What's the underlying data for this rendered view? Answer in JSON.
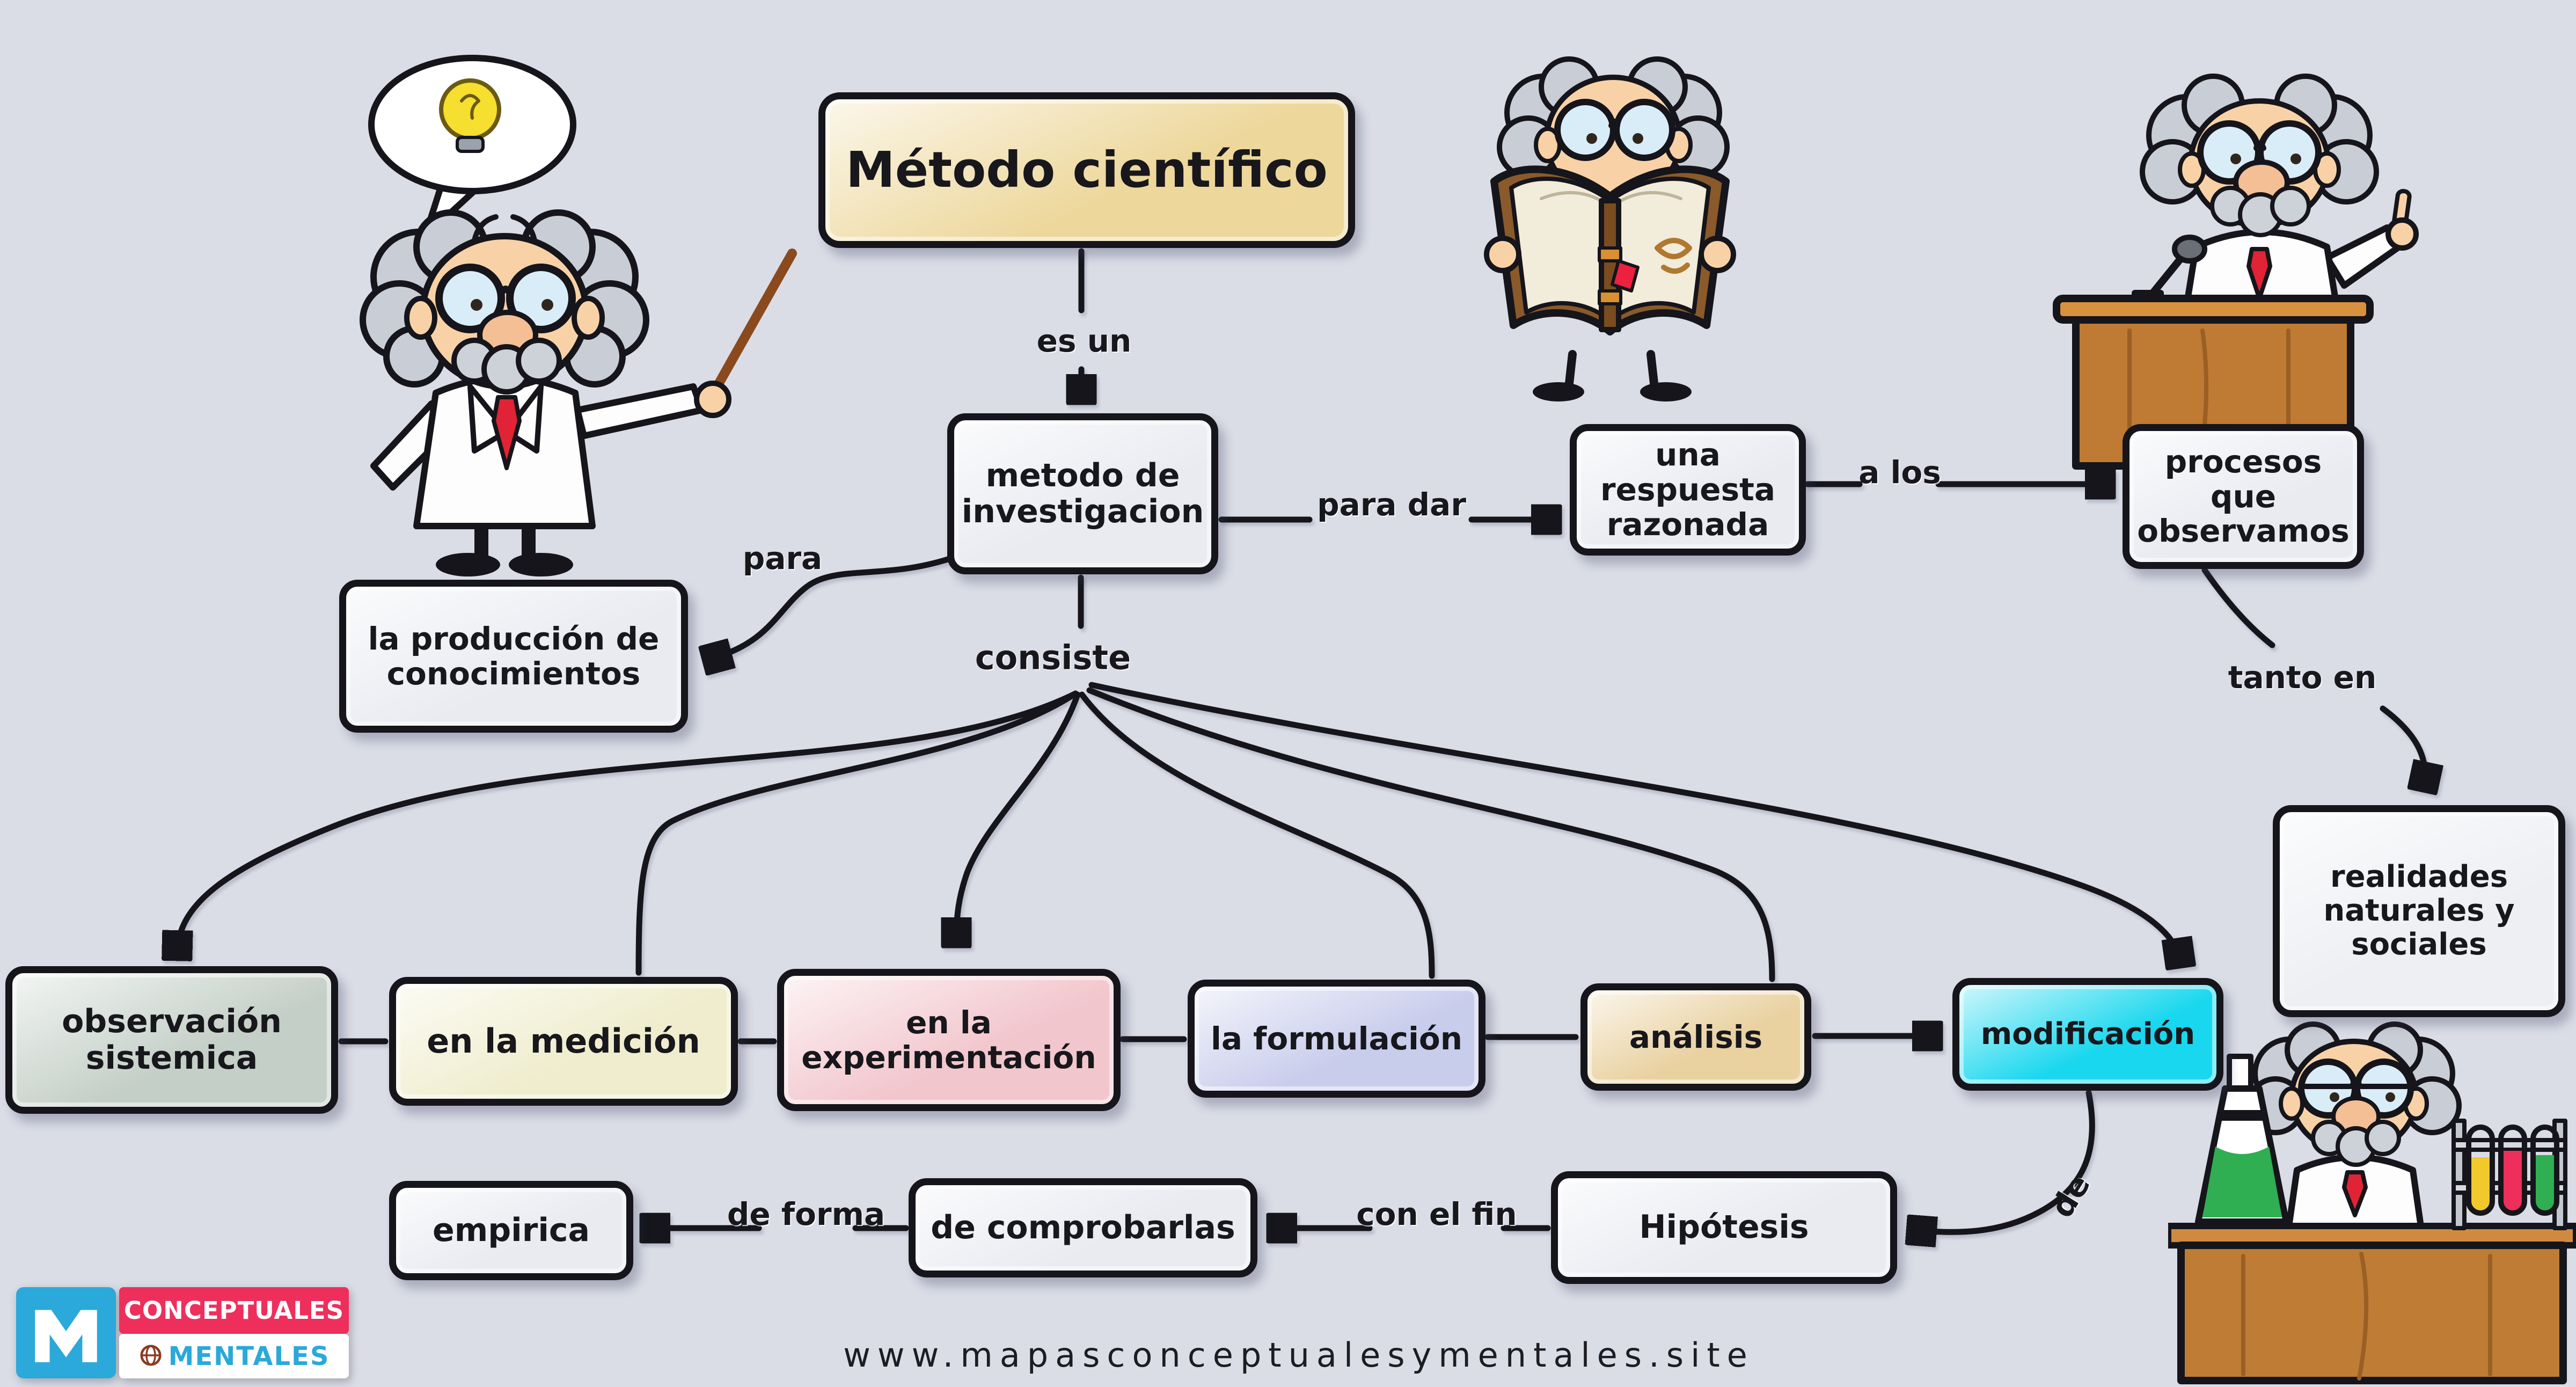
{
  "meta": {
    "background": "#dadde6",
    "ink": "#15151b"
  },
  "title": {
    "label": "Método científico",
    "fill": "#edd79b"
  },
  "labels": {
    "es_un": "es un",
    "para_dar": "para dar",
    "a_los": "a los",
    "para": "para",
    "consiste": "consiste",
    "tanto_en": "tanto en",
    "de": "de",
    "con_el_fin": "con el fin",
    "de_forma": "de forma"
  },
  "nodes": {
    "metodo": {
      "label": "metodo de investigacion",
      "fill": "#e9ebf1"
    },
    "respuesta": {
      "label": "una respuesta razonada",
      "fill": "#e9ebf1"
    },
    "procesos": {
      "label": "procesos que observamos",
      "fill": "#e9ebf1"
    },
    "produccion": {
      "label": "la producción de conocimientos",
      "fill": "#e9ebf1"
    },
    "realidades": {
      "label": "realidades naturales y sociales",
      "fill": "#edeff3"
    },
    "observacion": {
      "label": "observación sistemica",
      "fill": "#c4cfc7"
    },
    "medicion": {
      "label": "en la medición",
      "fill": "#efedcd"
    },
    "experimentacion": {
      "label": "en la experimentación",
      "fill": "#f2c6cd"
    },
    "formulacion": {
      "label": "la formulación",
      "fill": "#c9cdec"
    },
    "analisis": {
      "label": "análisis",
      "fill": "#e9d1a0"
    },
    "modificacion": {
      "label": "modificación",
      "fill": "#18d7ee"
    },
    "hipotesis": {
      "label": "Hipótesis",
      "fill": "#e9ebf1"
    },
    "comprobarlas": {
      "label": "de comprobarlas",
      "fill": "#e9ebf1"
    },
    "empirica": {
      "label": "empirica",
      "fill": "#e9ebf1"
    }
  },
  "logo": {
    "word_top": "CONCEPTUALES",
    "word_bottom": "MENTALES",
    "tile_color": "#2aa9da",
    "banner_color": "#ee2f5c"
  },
  "footer": {
    "website": "www.mapasconceptualesymentales.site"
  },
  "icons": {
    "lightbulb-icon": "idea bulb inside speech bubble",
    "pointer-stick-icon": "wooden pointer stick",
    "open-book-icon": "big brown open book",
    "microphone-icon": "podium microphone",
    "flask-icon": "erlenmeyer flask with green liquid",
    "test-tubes-icon": "rack with yellow, red and green test tubes",
    "logo-m-icon": "white M monogram on blue tile",
    "globe-icon": "small globe mark"
  }
}
